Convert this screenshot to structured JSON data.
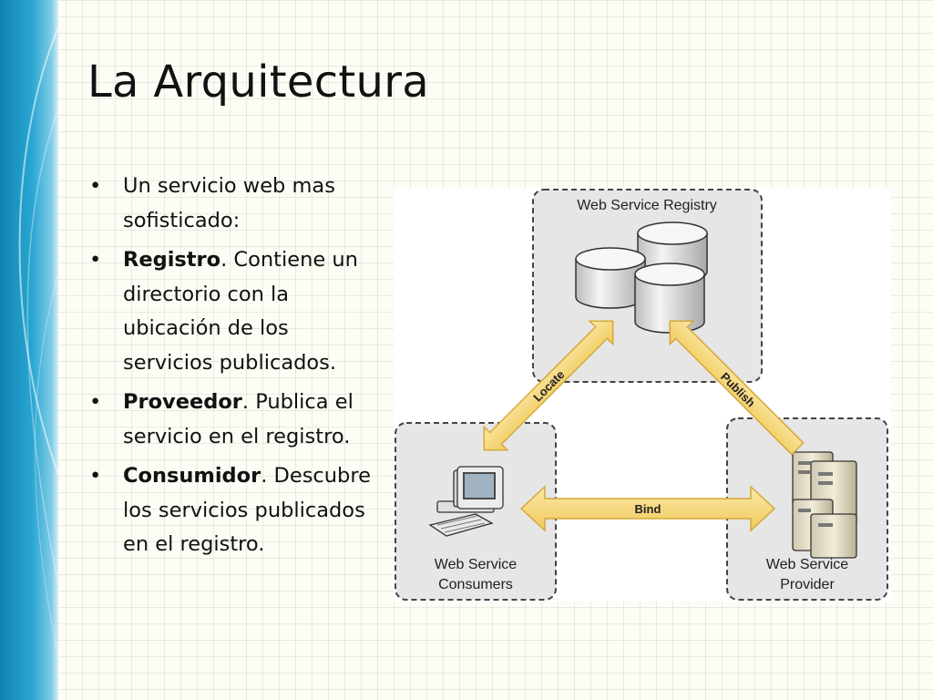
{
  "slide": {
    "title": "La Arquitectura"
  },
  "bullets": [
    {
      "bold": "",
      "rest": "Un servicio web mas sofisticado:"
    },
    {
      "bold": "Registro",
      "rest": ". Contiene un directorio con la ubicación de los servicios publicados."
    },
    {
      "bold": "Proveedor",
      "rest": ". Publica el servicio en el registro."
    },
    {
      "bold": "Consumidor",
      "rest": ". Descubre los servicios publicados en el registro."
    }
  ],
  "diagram": {
    "registry_label": "Web Service Registry",
    "consumers_label_line1": "Web Service",
    "consumers_label_line2": "Consumers",
    "provider_label_line1": "Web Service",
    "provider_label_line2": "Provider",
    "arrow_locate": "Locate",
    "arrow_publish": "Publish",
    "arrow_bind": "Bind",
    "icons": {
      "registry": "database-icon",
      "consumers": "computer-icon",
      "provider": "server-icon"
    },
    "colors": {
      "arrow_fill": "#f5d77a",
      "arrow_stroke": "#d4a93a",
      "box_fill": "#e6e6e6",
      "box_stroke": "#444444"
    }
  }
}
